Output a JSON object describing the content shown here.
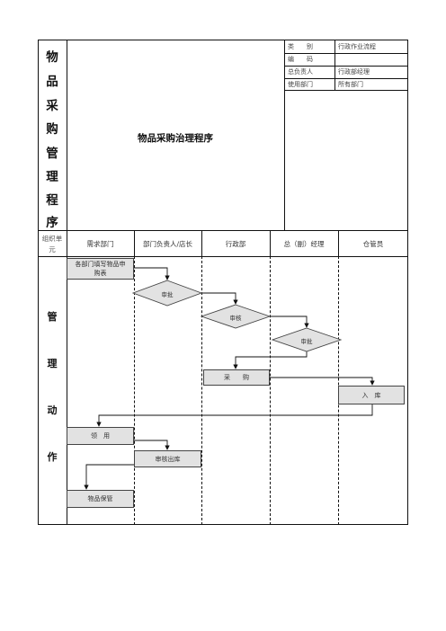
{
  "document": {
    "side_title": [
      "物",
      "品",
      "采",
      "购",
      "管",
      "理",
      "程",
      "序"
    ],
    "title": "物品采购治理程序",
    "info_rows": [
      {
        "label": "类　　别",
        "value": "行政作业流程"
      },
      {
        "label": "编　　码",
        "value": ""
      },
      {
        "label": "总负责人",
        "value": "行政部经理"
      },
      {
        "label": "使用部门",
        "value": "所有部门"
      }
    ],
    "unit_label": "组织单元",
    "lanes": [
      "需求部门",
      "部门负责人/店长",
      "行政部",
      "总（副）经理",
      "仓管员"
    ],
    "side_label": [
      "管",
      "理",
      "动",
      "作"
    ]
  },
  "flow": {
    "steps": {
      "fill_form": "各部门填写物品申购表",
      "approve1": "审批",
      "review": "审核",
      "approve2": "审批",
      "purchase": "采　　购",
      "store": "入　库",
      "receive": "领　用",
      "check_out": "审核出库",
      "keep": "物品保管"
    }
  }
}
